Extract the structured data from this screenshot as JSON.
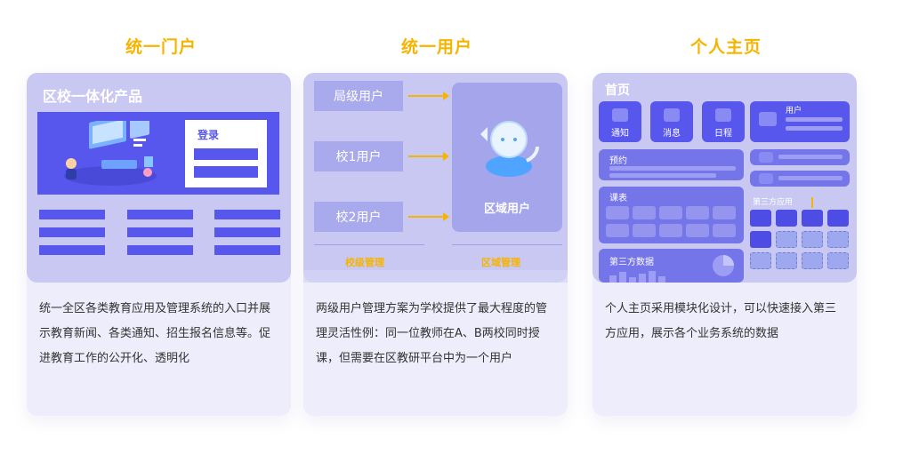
{
  "columns": [
    {
      "title": "统一门户",
      "card_title": "区校一体化产品",
      "login_label": "登录",
      "description": "统一全区各类教育应用及管理系统的入口并展示教育新闻、各类通知、招生报名信息等。促进教育工作的公开化、透明化"
    },
    {
      "title": "统一用户",
      "users": [
        "局级用户",
        "校1用户",
        "校2用户"
      ],
      "region_label": "区域用户",
      "bottom_labels": [
        "校级管理",
        "区域管理"
      ],
      "description": "两级用户管理方案为学校提供了最大程度的管理灵活性例：同一位教师在A、B两校同时授课，但需要在区教研平台中为一个用户"
    },
    {
      "title": "个人主页",
      "card_title": "首页",
      "tiles": [
        "通知",
        "消息",
        "日程"
      ],
      "user_label": "用户",
      "booking_label": "预约",
      "schedule_label": "课表",
      "third_party_label": "第三方应用",
      "third_party_data_label": "第三方数据",
      "description": "个人主页采用模块化设计，可以快速接入第三方应用，展示各个业务系统的数据"
    }
  ],
  "colors": {
    "accent_yellow": "#f6b400",
    "primary_blue": "#5757ed",
    "card_top": "#c8c8f3",
    "card_bg": "#ededfb"
  },
  "icons": {
    "portal_illustration": "computer-dashboard-illustration-icon",
    "region_user": "user-avatar-3d-icon",
    "arrow": "arrow-right-icon",
    "pie": "pie-chart-icon",
    "bars": "bar-chart-icon"
  }
}
